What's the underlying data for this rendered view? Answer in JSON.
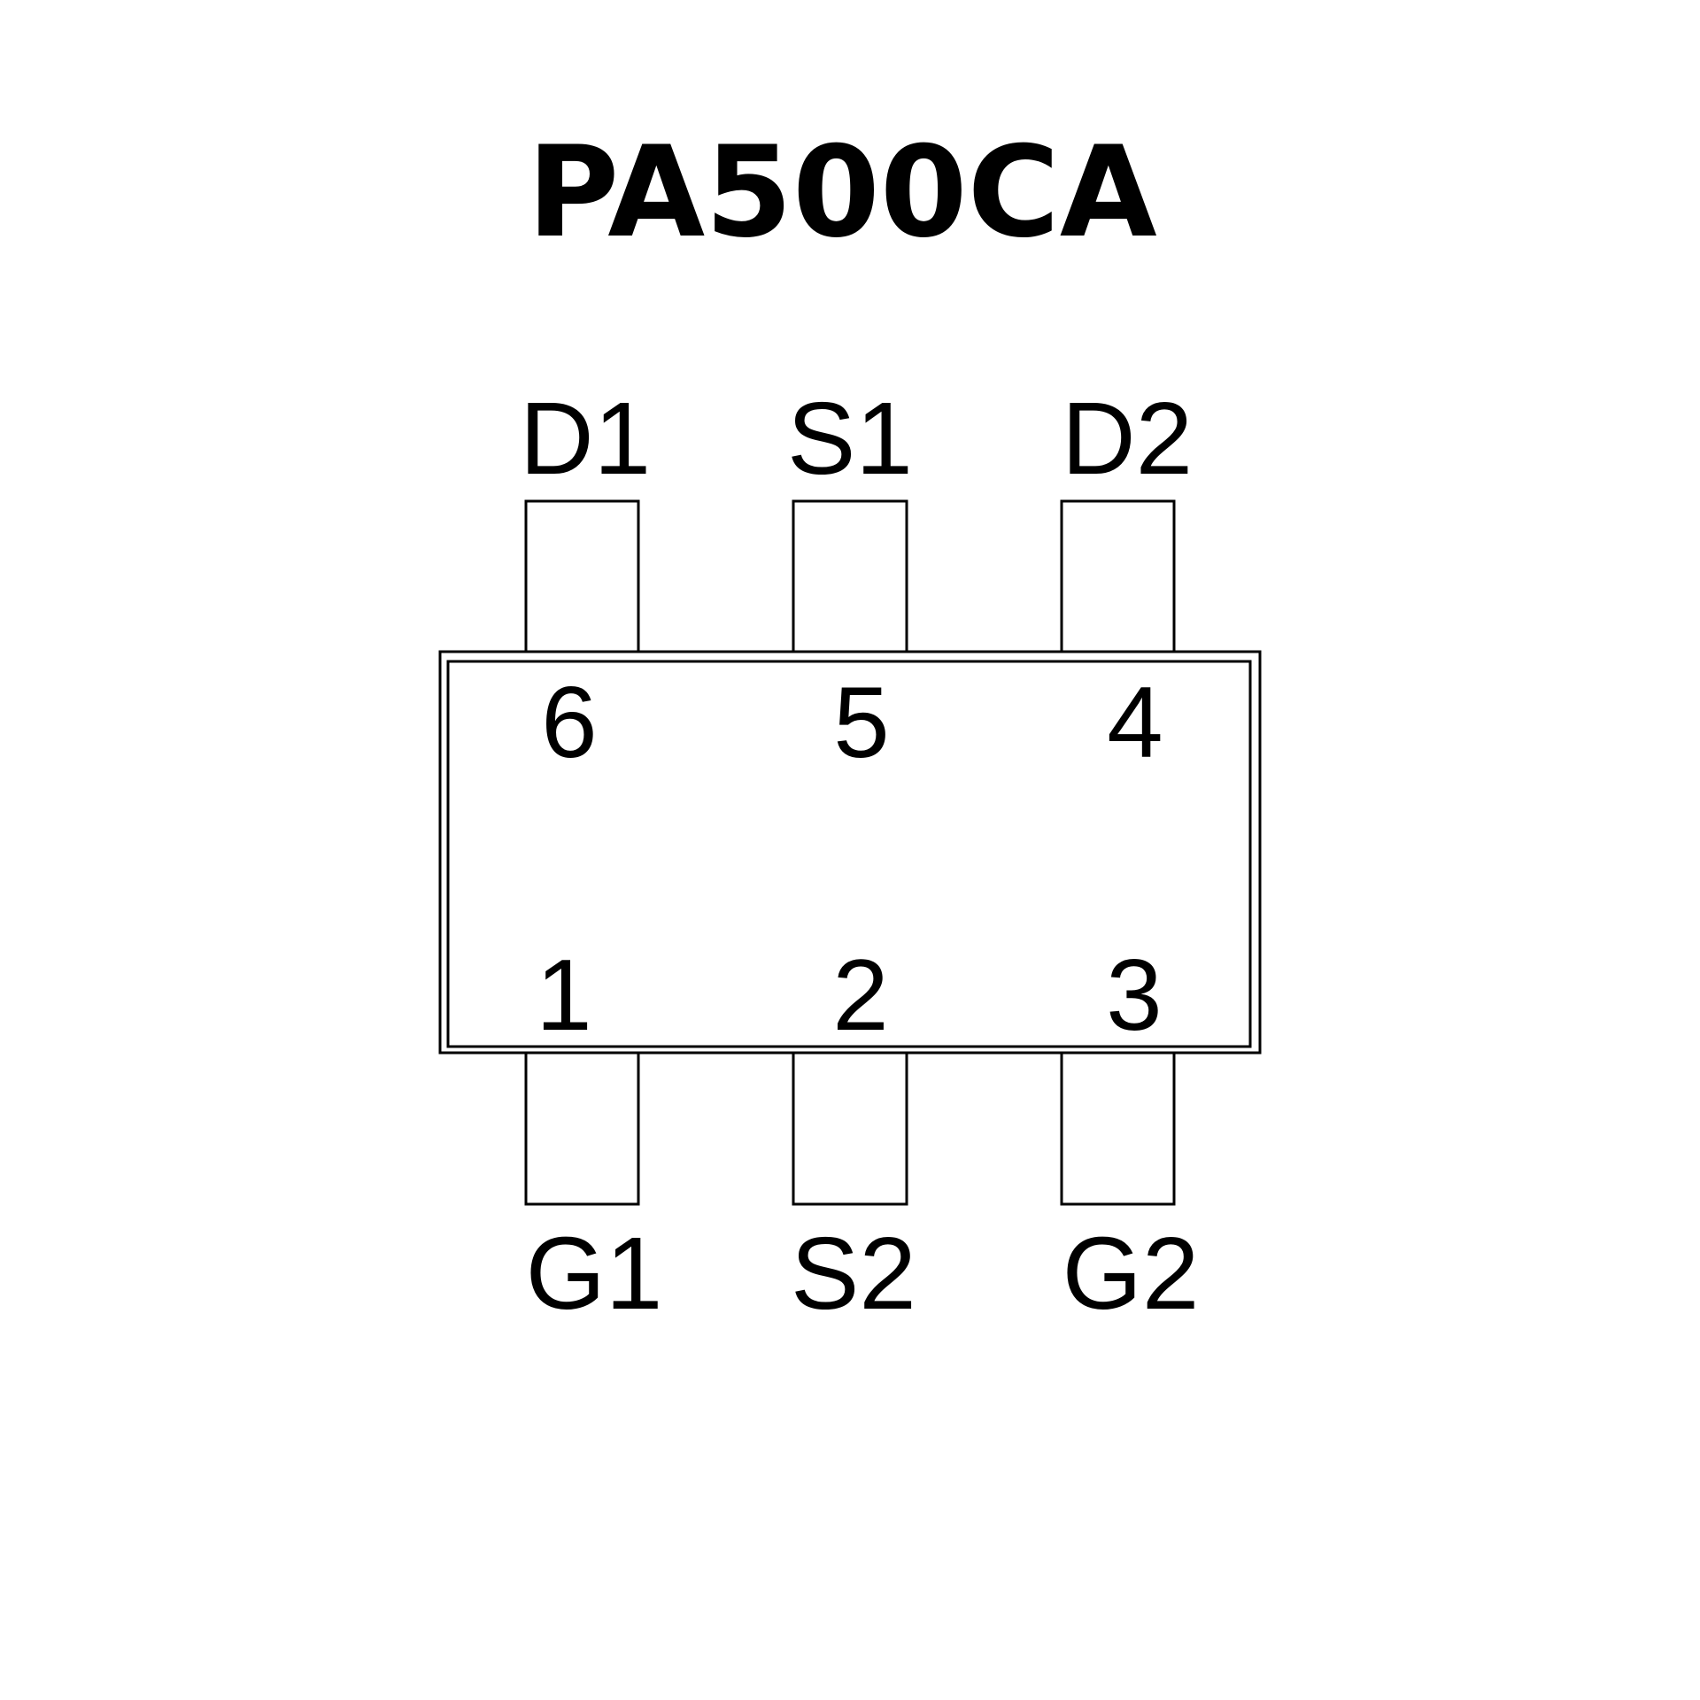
{
  "title": "PA500CA",
  "top_labels": [
    "D1",
    "S1",
    "D2"
  ],
  "top_pin_numbers": [
    "6",
    "5",
    "4"
  ],
  "bottom_pin_numbers": [
    "1",
    "2",
    "3"
  ],
  "bottom_labels": [
    "G1",
    "S2",
    "G2"
  ]
}
